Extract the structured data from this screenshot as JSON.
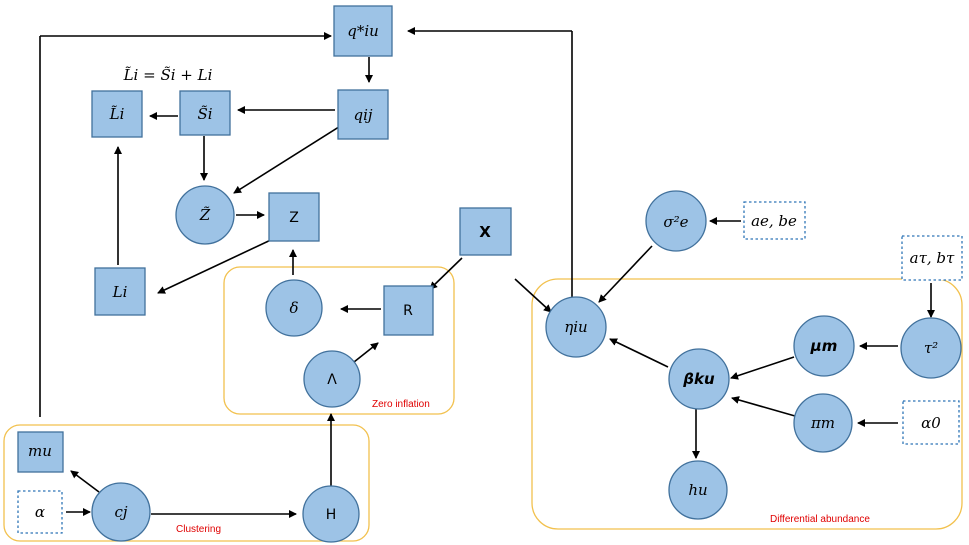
{
  "nodes": {
    "q_star": "q*iu",
    "q_ij": "qij",
    "S_tilde": "S̃i",
    "L_tilde": "L̃i",
    "Z_tilde": "Z̃",
    "Z": "Z",
    "L_i": "Li",
    "X": "X",
    "delta": "δ",
    "R": "R",
    "Lambda": "Λ",
    "m_u": "mu",
    "alpha": "α",
    "c_j": "cj",
    "H": "H",
    "sigma2": "σ²e",
    "ae_be": "ae, be",
    "atau_btau": "aτ, bτ",
    "eta": "ηiu",
    "mu_m": "μm",
    "tau2": "τ²",
    "beta": "βku",
    "pi_m": "πm",
    "alpha0": "α0",
    "h_u": "hu"
  },
  "equation": "L̃i = S̃i + Li",
  "plates": {
    "zero_inflation": "Zero inflation",
    "clustering": "Clustering",
    "differential": "Differential abundance"
  },
  "colors": {
    "node_fill": "#9dc3e6",
    "node_stroke": "#41719c",
    "plate_stroke": "#f2c14e",
    "plate_label": "#e00000",
    "hyper_stroke": "#2e75b6"
  }
}
